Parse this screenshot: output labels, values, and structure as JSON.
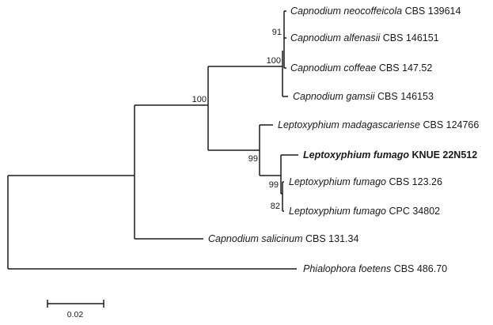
{
  "taxa": [
    {
      "genus_species": "Capnodium neocoffeicola",
      "strain": "CBS 139614",
      "bold": false
    },
    {
      "genus_species": "Capnodium alfenasii",
      "strain": "CBS 146151",
      "bold": false
    },
    {
      "genus_species": "Capnodium coffeae",
      "strain": "CBS 147.52",
      "bold": false
    },
    {
      "genus_species": "Capnodium gamsii",
      "strain": "CBS 146153",
      "bold": false
    },
    {
      "genus_species": "Leptoxyphium madagascariense",
      "strain": "CBS 124766",
      "bold": false
    },
    {
      "genus_species": "Leptoxyphium fumago",
      "strain": "KNUE 22N512",
      "bold": true
    },
    {
      "genus_species": "Leptoxyphium fumago",
      "strain": "CBS 123.26",
      "bold": false
    },
    {
      "genus_species": "Leptoxyphium fumago",
      "strain": "CPC 34802",
      "bold": false
    },
    {
      "genus_species": "Capnodium salicinum",
      "strain": "CBS 131.34",
      "bold": false
    },
    {
      "genus_species": "Phialophora foetens",
      "strain": "CBS 486.70",
      "bold": false
    }
  ],
  "bootstrap": {
    "alfenasii_clade": "91",
    "capnodium_clade": "100",
    "main_ingroup": "100",
    "leptoxyphium_clade": "99",
    "fumago_clade": "99",
    "fumago_pair": "82"
  },
  "scale_bar": {
    "label": "0.02"
  }
}
